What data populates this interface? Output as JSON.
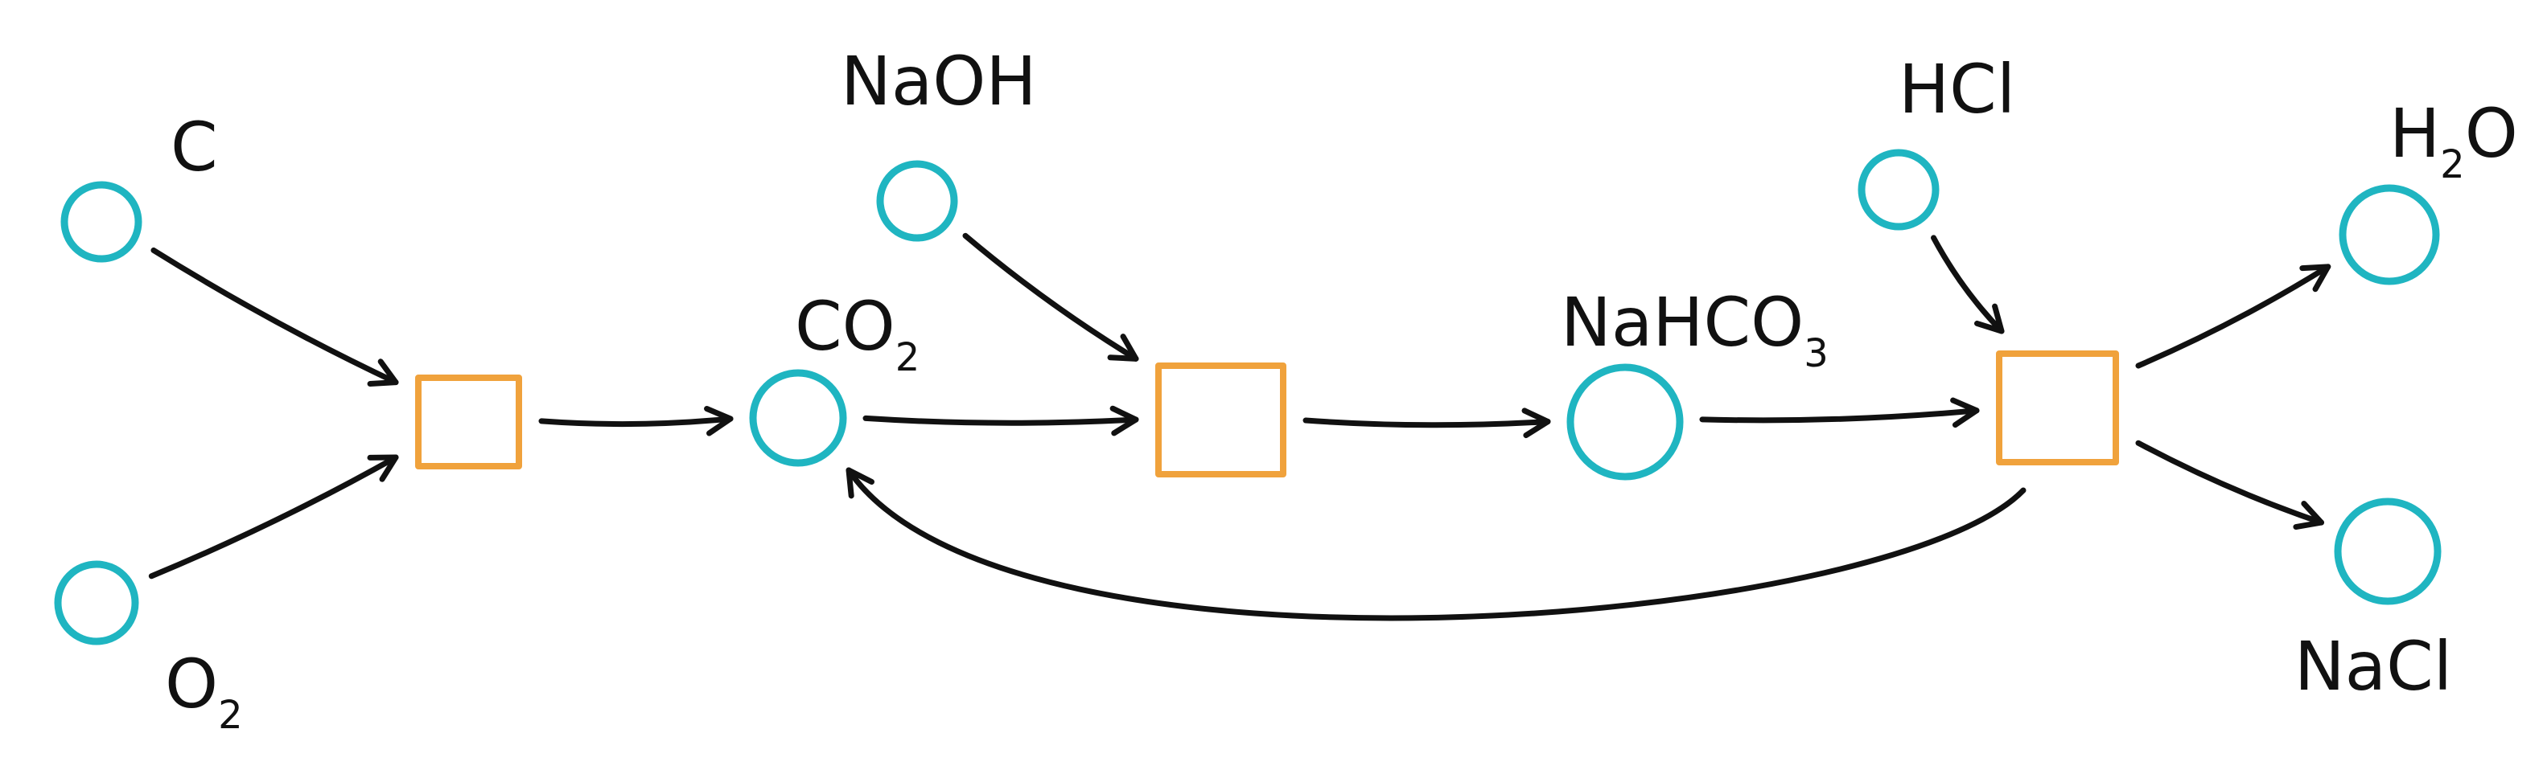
{
  "colors": {
    "species": "#1fb5c1",
    "reaction": "#f0a23c",
    "edge": "#111111"
  },
  "species": [
    {
      "id": "c",
      "label": "C"
    },
    {
      "id": "o2",
      "label": "O",
      "sub": "2"
    },
    {
      "id": "co2",
      "label": "CO",
      "sub": "2"
    },
    {
      "id": "naoh",
      "label": "NaOH"
    },
    {
      "id": "nahco3",
      "label": "NaHCO",
      "sub": "3"
    },
    {
      "id": "hcl",
      "label": "HCl"
    },
    {
      "id": "h2o",
      "label": "H",
      "sub": "2",
      "tail": "O"
    },
    {
      "id": "nacl",
      "label": "NaCl"
    }
  ],
  "reactions": [
    {
      "id": "r1"
    },
    {
      "id": "r2"
    },
    {
      "id": "r3"
    }
  ],
  "edges": [
    {
      "from": "c",
      "to": "r1"
    },
    {
      "from": "o2",
      "to": "r1"
    },
    {
      "from": "r1",
      "to": "co2"
    },
    {
      "from": "co2",
      "to": "r2"
    },
    {
      "from": "naoh",
      "to": "r2"
    },
    {
      "from": "r2",
      "to": "nahco3"
    },
    {
      "from": "nahco3",
      "to": "r3"
    },
    {
      "from": "hcl",
      "to": "r3"
    },
    {
      "from": "r3",
      "to": "h2o"
    },
    {
      "from": "r3",
      "to": "nacl"
    },
    {
      "from": "r3",
      "to": "co2"
    }
  ]
}
